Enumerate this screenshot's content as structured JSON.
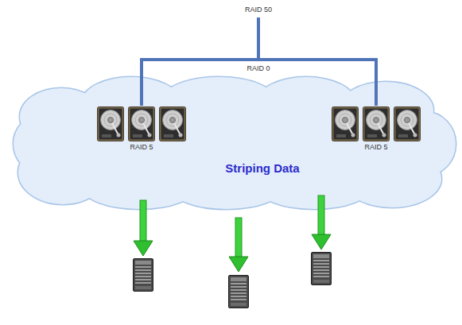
{
  "diagram": {
    "nodes": [
      {
        "text": [
          "RAID 50"
        ]
      },
      {
        "text": [
          "Striping Data"
        ]
      },
      {
        "text": [
          "RAID 5"
        ],
        "in": 1
      },
      {
        "text": [
          "RAID 5"
        ],
        "in": 1
      }
    ],
    "edges": [
      {
        "from": 0,
        "to": 2,
        "arrow": "none"
      },
      {
        "from": 0,
        "to": 3,
        "arrow": "none"
      }
    ],
    "labels": [
      "RAID 0"
    ]
  }
}
